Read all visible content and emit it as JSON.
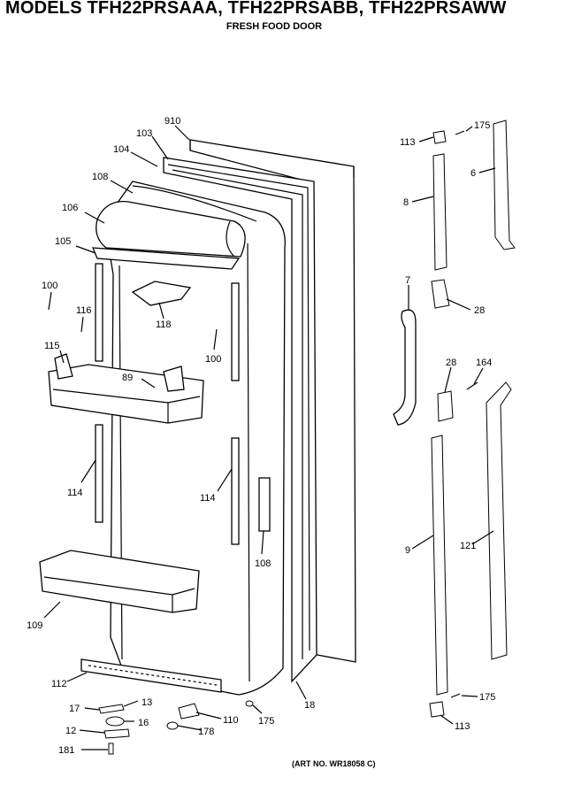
{
  "header": {
    "title": "MODELS TFH22PRSAAA, TFH22PRSABB, TFH22PRSAWW",
    "subtitle": "FRESH FOOD DOOR"
  },
  "footer": {
    "art_no": "(ART NO. WR18058 C)"
  },
  "labels": {
    "l910": "910",
    "l103": "103",
    "l104": "104",
    "l108a": "108",
    "l106": "106",
    "l105": "105",
    "l100a": "100",
    "l116": "116",
    "l118": "118",
    "l100b": "100",
    "l115": "115",
    "l89": "89",
    "l114a": "114",
    "l114b": "114",
    "l108b": "108",
    "l109": "109",
    "l112": "112",
    "l17": "17",
    "l13": "13",
    "l12": "12",
    "l16": "16",
    "l181": "181",
    "l110": "110",
    "l178": "178",
    "l175a": "175",
    "l18": "18",
    "l113a": "113",
    "l175b": "175",
    "l6": "6",
    "l8": "8",
    "l7": "7",
    "l28a": "28",
    "l28b": "28",
    "l164": "164",
    "l9": "9",
    "l121": "121",
    "l175c": "175",
    "l113b": "113"
  }
}
